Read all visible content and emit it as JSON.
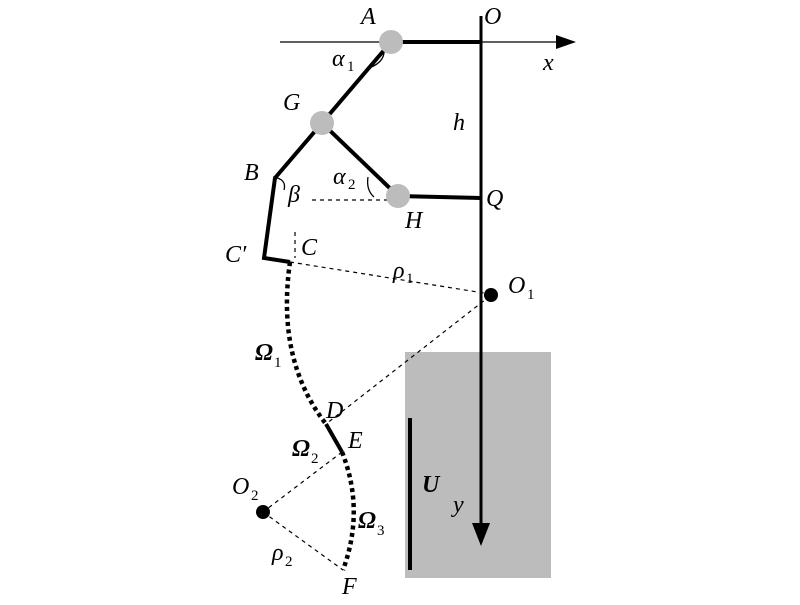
{
  "labels": {
    "A": "A",
    "O": "O",
    "x": "x",
    "alpha1": "α",
    "alpha1_sub": "1",
    "G": "G",
    "h": "h",
    "B": "B",
    "alpha2": "α",
    "alpha2_sub": "2",
    "beta": "β",
    "H": "H",
    "Q": "Q",
    "C_prime": "C′",
    "C": "C",
    "rho1": "ρ",
    "rho1_sub": "1",
    "O1": "O",
    "O1_sub": "1",
    "Omega1": "Ω",
    "Omega1_sub": "1",
    "D": "D",
    "Omega2": "Ω",
    "Omega2_sub": "2",
    "E": "E",
    "U": "U",
    "O2": "O",
    "O2_sub": "2",
    "y": "y",
    "Omega3": "Ω",
    "Omega3_sub": "3",
    "rho2": "ρ",
    "rho2_sub": "2",
    "F": "F"
  },
  "colors": {
    "line": "#000000",
    "joint": "#bcbcbc",
    "water": "#bcbcbc",
    "background": "#ffffff"
  }
}
